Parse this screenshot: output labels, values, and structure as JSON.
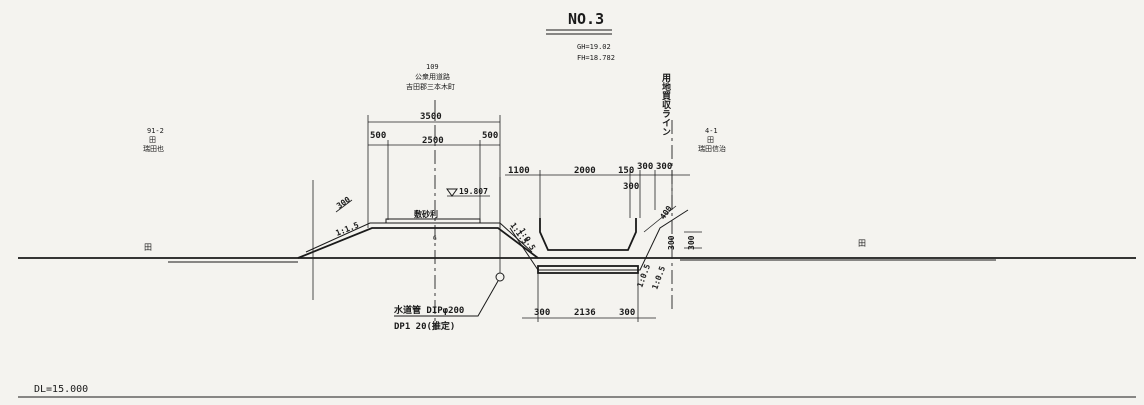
{
  "title": "NO.3",
  "levels": {
    "gh": "GH=19.02",
    "fh": "FH=18.782"
  },
  "boundary_label": "用地買収ライン",
  "parcels": {
    "left": {
      "no": "91-2",
      "type": "田",
      "owner": "瑞田也"
    },
    "road": {
      "no": "109",
      "type": "公衆用道路",
      "owner": "吉田郡三本木町"
    },
    "right": {
      "no": "4-1",
      "type": "田",
      "owner": "瑞田信治"
    }
  },
  "field_marks": {
    "left": "田",
    "right": "田"
  },
  "road": {
    "total_width": "3500",
    "shoulder_left": "500",
    "carriageway": "2500",
    "shoulder_right": "500",
    "elevation": "19.807",
    "surface": "敷砂利",
    "center_mark": "G"
  },
  "slopes": {
    "left_embankment": "1:1.5",
    "left_thickness": "300",
    "channel_left_outer": "1:1.5",
    "channel_left_inner": "1:0.5",
    "channel_right_outer": "1:0.5",
    "channel_right_inner": "1:0.5",
    "right_cut": "400"
  },
  "channel": {
    "offset": "1100",
    "width": "2000",
    "right_gap": "150",
    "right_berm_a": "300",
    "right_berm_b": "300",
    "wall_height": "300",
    "side_height_a": "300",
    "side_height_b": "300",
    "base_left": "300",
    "base_center": "2136",
    "base_right": "300"
  },
  "pipe": {
    "label": "水道管 DIPφ200",
    "label2": "DP1 20(推定)"
  },
  "datum": "DL=15.000"
}
